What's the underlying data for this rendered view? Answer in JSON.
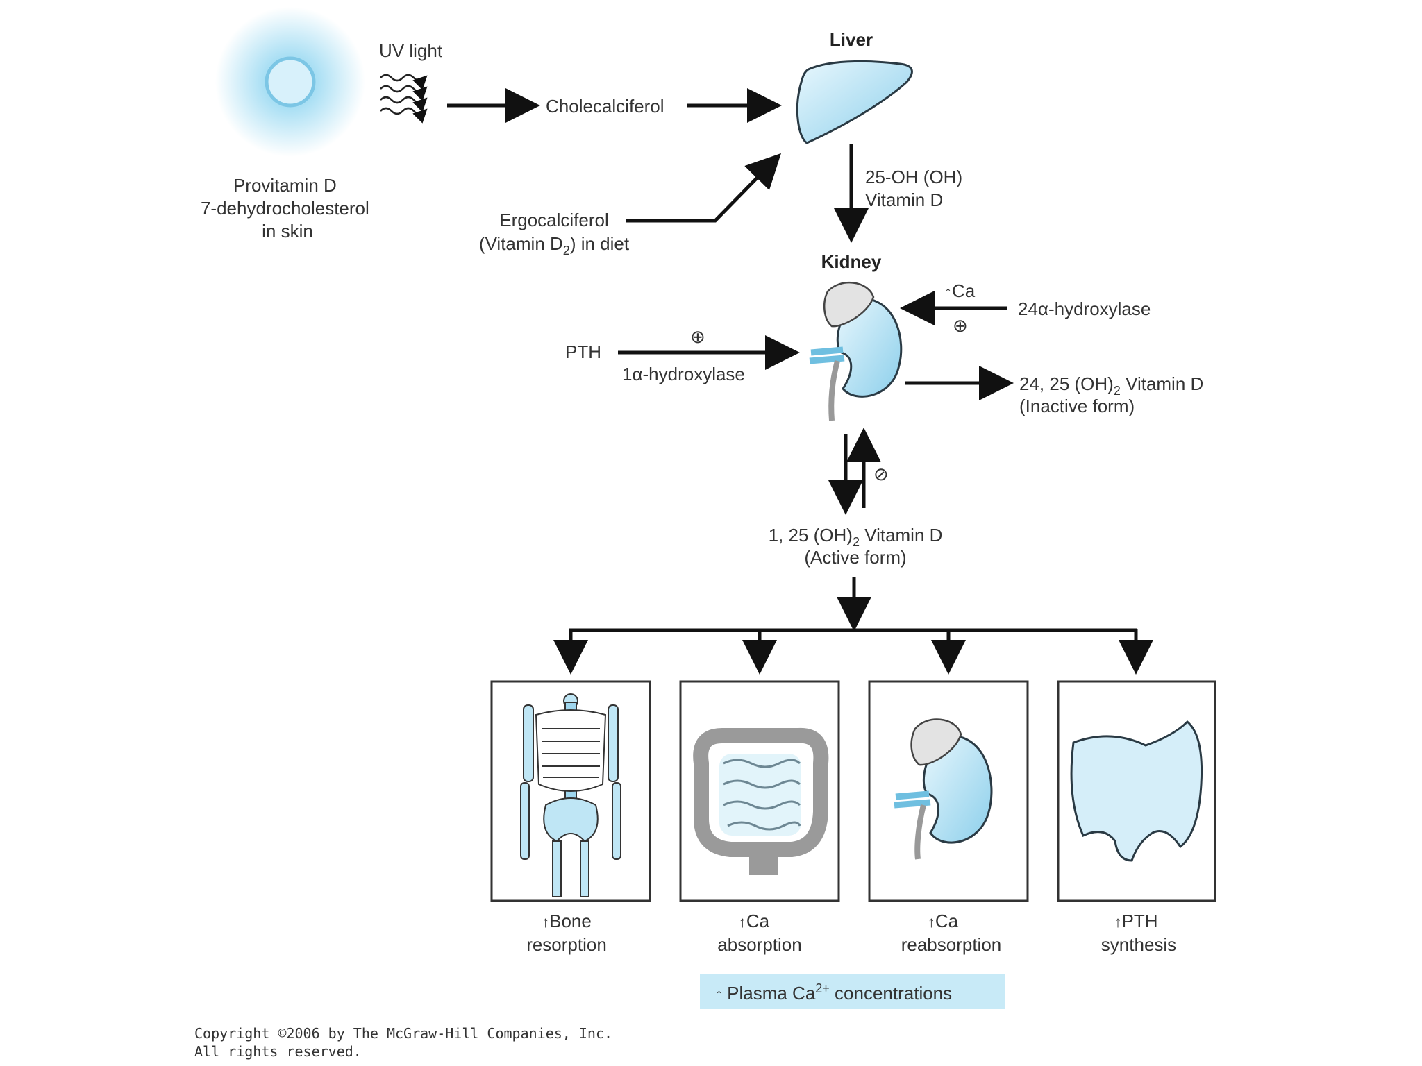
{
  "skin": {
    "uv_label": "UV light",
    "provitamin_line1": "Provitamin D",
    "provitamin_line2": "7-dehydrocholesterol",
    "provitamin_line3": "in skin"
  },
  "cholecalciferol": "Cholecalciferol",
  "liver": {
    "title": "Liver"
  },
  "ergocalciferol": {
    "line1": "Ergocalciferol",
    "line2_pre": "(Vitamin D",
    "line2_sub": "2",
    "line2_post": ") in diet"
  },
  "hydroxy25": {
    "line1": "25-OH (OH)",
    "line2": "Vitamin D"
  },
  "kidney": {
    "title": "Kidney"
  },
  "ca_up": "Ca",
  "hydroxylase24": "24α-hydroxylase",
  "pth": "PTH",
  "hydroxylase1": "1α-hydroxylase",
  "inactive": {
    "line1_pre": "24, 25 (OH)",
    "line1_sub": "2",
    "line1_post": " Vitamin D",
    "line2": "(Inactive form)"
  },
  "active": {
    "line1_pre": "1, 25 (OH)",
    "line1_sub": "2",
    "line1_post": " Vitamin D",
    "line2": "(Active form)"
  },
  "effects": [
    {
      "line1": "Bone",
      "line2": "resorption",
      "icon": "skeleton-icon"
    },
    {
      "line1": "Ca",
      "line2": "absorption",
      "icon": "intestine-icon"
    },
    {
      "line1": "Ca",
      "line2": "reabsorption",
      "icon": "kidney-icon"
    },
    {
      "line1": "PTH",
      "line2": "synthesis",
      "icon": "parathyroid-icon"
    }
  ],
  "plasma": {
    "pre": "Plasma Ca",
    "sup": "2+",
    "post": " concentrations"
  },
  "copyright": {
    "line1": "Copyright ©2006 by The McGraw-Hill Companies, Inc.",
    "line2": "All rights reserved."
  },
  "colors": {
    "organ_blue": "#bfe6f5",
    "organ_stroke": "#2a3a44",
    "highlight": "#c8eaf7",
    "arrow": "#111111"
  }
}
